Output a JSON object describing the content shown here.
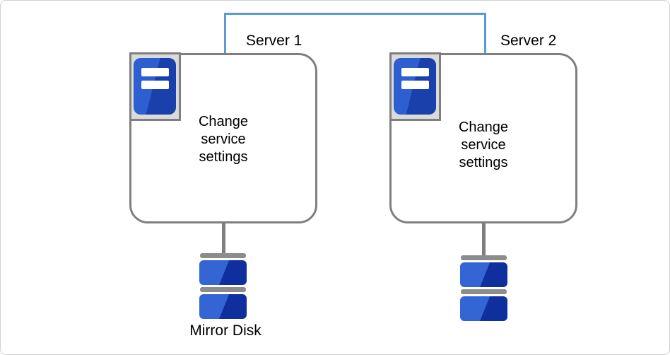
{
  "diagram": {
    "description": "two-server cluster with mirrored disks",
    "servers": [
      {
        "label": "Server 1",
        "box_text": "Change\nservice\nsettings",
        "icon": "server-tower-icon"
      },
      {
        "label": "Server 2",
        "box_text": "Change\nservice\nsettings",
        "icon": "server-tower-icon"
      }
    ],
    "mirror_disk_label": "Mirror Disk",
    "colors": {
      "link_blue": "#5b9bd5",
      "box_border_gray": "#7f7f7f",
      "icon_frame_gray": "#dbdbdb",
      "tower_blue_light": "#2d5fd1",
      "tower_blue_dark": "#1a41ab",
      "disk_blue_light": "#3365d4",
      "disk_blue_dark": "#0f2f9e",
      "disk_cap_gray": "#8c8c8c",
      "frame_border": "#d0d0d0"
    }
  }
}
